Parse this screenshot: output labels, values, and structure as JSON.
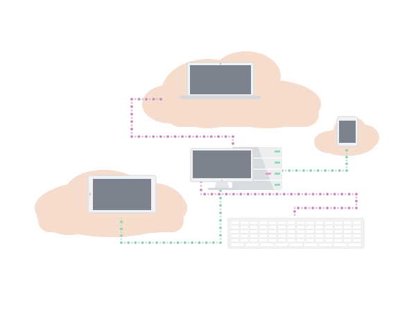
{
  "diagram": {
    "nodes": [
      {
        "id": "laptop",
        "kind": "laptop",
        "group": "cloud"
      },
      {
        "id": "phone",
        "kind": "smartphone",
        "group": "cloud"
      },
      {
        "id": "tablet",
        "kind": "tablet",
        "group": "cloud"
      },
      {
        "id": "desktop",
        "kind": "desktop-monitor",
        "group": "hub"
      },
      {
        "id": "server",
        "kind": "server-rack",
        "group": "hub"
      },
      {
        "id": "keyboard",
        "kind": "keyboard",
        "group": "peripheral"
      }
    ],
    "links": [
      {
        "from": "laptop",
        "to": "server",
        "style": "pink-dotted"
      },
      {
        "from": "server",
        "to": "phone",
        "style": "green-dotted"
      },
      {
        "from": "desktop",
        "to": "tablet",
        "style": "green-dotted"
      },
      {
        "from": "desktop",
        "to": "keyboard",
        "style": "pink-dotted"
      }
    ]
  },
  "colors": {
    "background": "#ffffff",
    "cloud": "#f6dccc",
    "screen": "#7d828f",
    "device_frame": "#f1f2f4",
    "device_edge": "#d5d7db",
    "server_body": "#e8eaec",
    "server_shadow": "#cfd2d5",
    "link_pink_a": "#c88ab8",
    "link_pink_b": "#e3b7d8",
    "link_green_a": "#8fcfb0",
    "link_green_b": "#bde6d2",
    "server_light_green": "#8fd9b6",
    "server_light_pink": "#e79ac9"
  }
}
